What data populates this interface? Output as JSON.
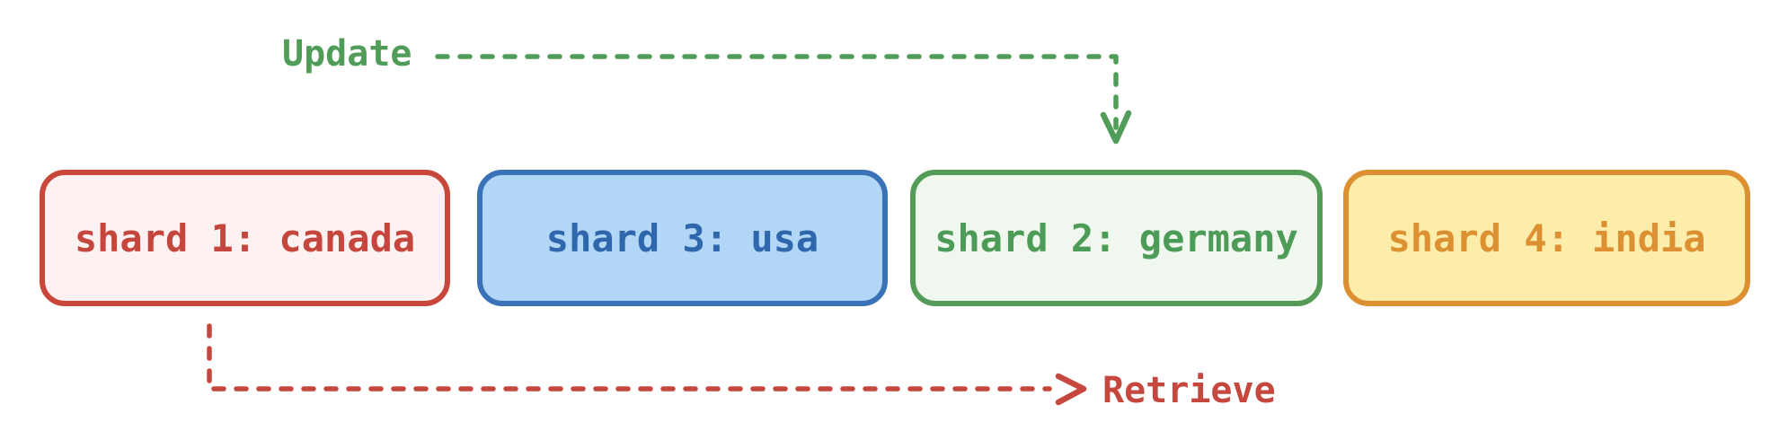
{
  "diagram": {
    "background": "#ffffff",
    "nodes": [
      {
        "label": "shard 1: canada",
        "border_color": "#c9463b",
        "fill_color": "#fdf2f1",
        "text_color": "#c5463c"
      },
      {
        "label": "shard 3: usa",
        "border_color": "#3a72b8",
        "fill_color": "#b2d6f6",
        "text_color": "#2e67ac"
      },
      {
        "label": "shard 2: germany",
        "border_color": "#549b58",
        "fill_color": "#eff7ee",
        "text_color": "#4c9b57"
      },
      {
        "label": "shard 4: india",
        "border_color": "#dc9032",
        "fill_color": "#fcedaa",
        "text_color": "#dc9032"
      }
    ],
    "arrows": [
      {
        "name": "update",
        "label": "Update",
        "color": "#4f9d58",
        "line_style": "dashed",
        "direction": "into shard 2: germany"
      },
      {
        "name": "retrieve",
        "label": "Retrieve",
        "color": "#c5473d",
        "line_style": "dashed",
        "direction": "out of shard 1: canada"
      }
    ]
  }
}
